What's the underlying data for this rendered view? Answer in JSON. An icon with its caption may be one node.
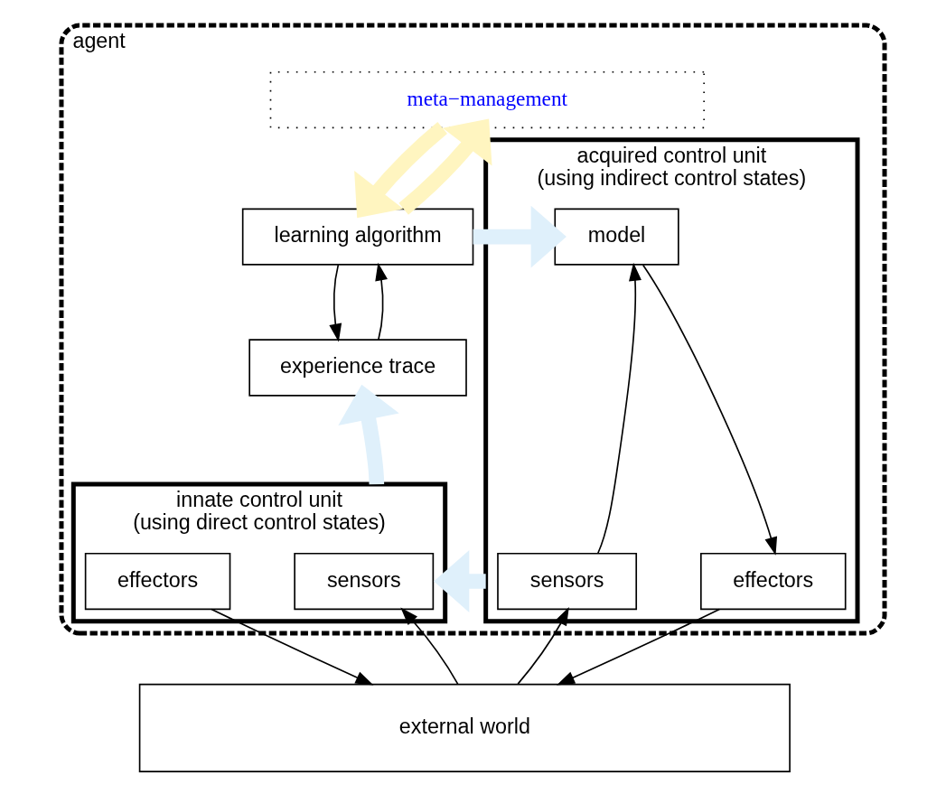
{
  "diagram": {
    "nodes": [
      {
        "text": [
          "agent"
        ]
      },
      {
        "text": [
          "meta−management"
        ],
        "in": 0
      },
      {
        "text": [
          "learning algorithm"
        ],
        "in": 0
      },
      {
        "text": [
          "experience trace"
        ],
        "in": 0
      },
      {
        "text": [
          "acquired control unit",
          "(using indirect control states)"
        ],
        "in": 0
      },
      {
        "text": [
          "model"
        ],
        "in": 4
      },
      {
        "text": [
          "sensors"
        ],
        "in": 4
      },
      {
        "text": [
          "effectors"
        ],
        "in": 4
      },
      {
        "text": [
          "innate control unit",
          "(using direct control states)"
        ],
        "in": 0
      },
      {
        "text": [
          "sensors"
        ],
        "in": 8
      },
      {
        "text": [
          "effectors"
        ],
        "in": 8
      },
      {
        "text": [
          "external world"
        ]
      }
    ],
    "edges": [
      {
        "from": 2,
        "to": 1,
        "arrow": "to",
        "style": "thick",
        "color": "#fff5c0"
      },
      {
        "from": 1,
        "to": 2,
        "arrow": "to",
        "style": "thick",
        "color": "#fff5c0"
      },
      {
        "from": 2,
        "to": 5,
        "arrow": "to",
        "style": "thick",
        "color": "#dff0fb"
      },
      {
        "from": 3,
        "to": 2,
        "arrow": "to"
      },
      {
        "from": 2,
        "to": 3,
        "arrow": "to"
      },
      {
        "from": 8,
        "to": 3,
        "arrow": "to",
        "style": "thick",
        "color": "#dff0fb"
      },
      {
        "from": 4,
        "to": 8,
        "arrow": "to",
        "style": "thick",
        "color": "#dff0fb"
      },
      {
        "from": 6,
        "to": 5,
        "arrow": "to"
      },
      {
        "from": 5,
        "to": 7,
        "arrow": "to"
      },
      {
        "from": 11,
        "to": 9,
        "arrow": "to"
      },
      {
        "from": 10,
        "to": 11,
        "arrow": "to"
      },
      {
        "from": 11,
        "to": 6,
        "arrow": "to"
      },
      {
        "from": 7,
        "to": 11,
        "arrow": "to"
      }
    ]
  }
}
